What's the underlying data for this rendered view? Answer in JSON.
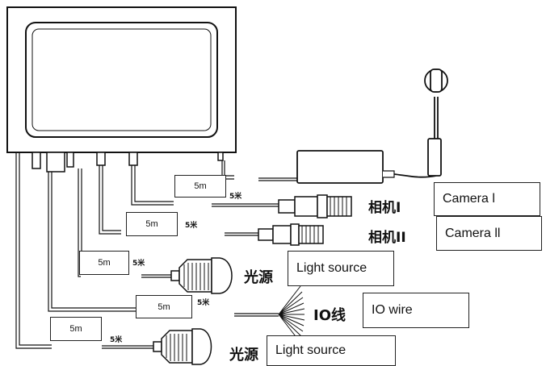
{
  "cable_lengths": [
    "5m",
    "5m",
    "5m",
    "5m",
    "5m"
  ],
  "length_marks": [
    "5米",
    "5米",
    "5米",
    "5米",
    "5米"
  ],
  "chinese_labels": {
    "camera1": "相机I",
    "camera2": "相机II",
    "light1": "光源",
    "io": "IO线",
    "light2": "光源"
  },
  "english_labels": {
    "camera1": "Camera l",
    "camera2": "Camera ll",
    "light1": "Light source",
    "io": "IO wire",
    "light2": "Light source"
  },
  "colors": {
    "line": "#111111",
    "background": "#ffffff"
  }
}
